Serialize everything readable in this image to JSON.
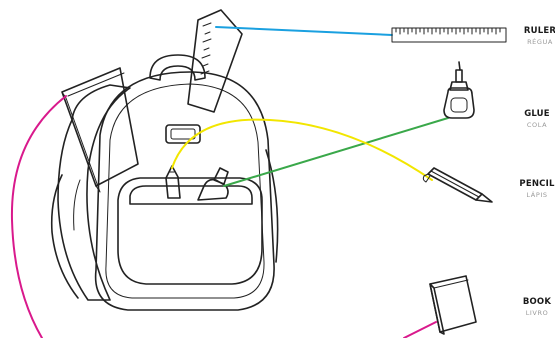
{
  "items": [
    {
      "key": "ruler",
      "label": "RULER",
      "translation": "RÉGUA"
    },
    {
      "key": "glue",
      "label": "GLUE",
      "translation": "COLA"
    },
    {
      "key": "pencil",
      "label": "PENCIL",
      "translation": "LÁPIS"
    },
    {
      "key": "book",
      "label": "BOOK",
      "translation": "LIVRO"
    }
  ],
  "colors": {
    "ruler_line": "#1aa0e0",
    "glue_line": "#3aa84a",
    "pencil_line": "#f2e600",
    "book_line": "#d9198c",
    "outline": "#222222"
  }
}
